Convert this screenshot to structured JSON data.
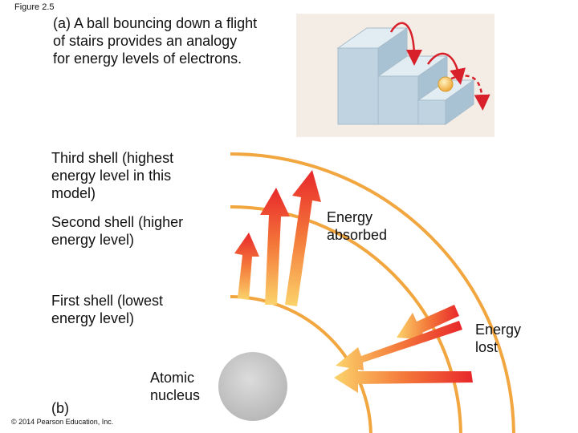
{
  "figure_label": "Figure 2.5",
  "panel_a": {
    "caption": "(a) A ball bouncing down a flight\n   of stairs provides an analogy\n   for energy levels of electrons."
  },
  "panel_b": {
    "label": "(b)",
    "shells": {
      "third": "Third shell (highest\nenergy level in this\nmodel)",
      "second": "Second shell (higher\nenergy level)",
      "first": "First shell (lowest\nenergy level)"
    },
    "nucleus": "Atomic\nnucleus",
    "energy_absorbed": "Energy\nabsorbed",
    "energy_lost": "Energy\nlost"
  },
  "copyright": "© 2014 Pearson Education, Inc.",
  "colors": {
    "shell_line": "#f2a640",
    "nucleus": "#c8c8c8",
    "arrow_red": "#e8272b",
    "arrow_orange": "#f7b23c",
    "stairs_bg": "#f3ede6",
    "stairs_front": "#bfd3e0",
    "stairs_top": "#e2edf3",
    "ball": "#f5c24a"
  }
}
